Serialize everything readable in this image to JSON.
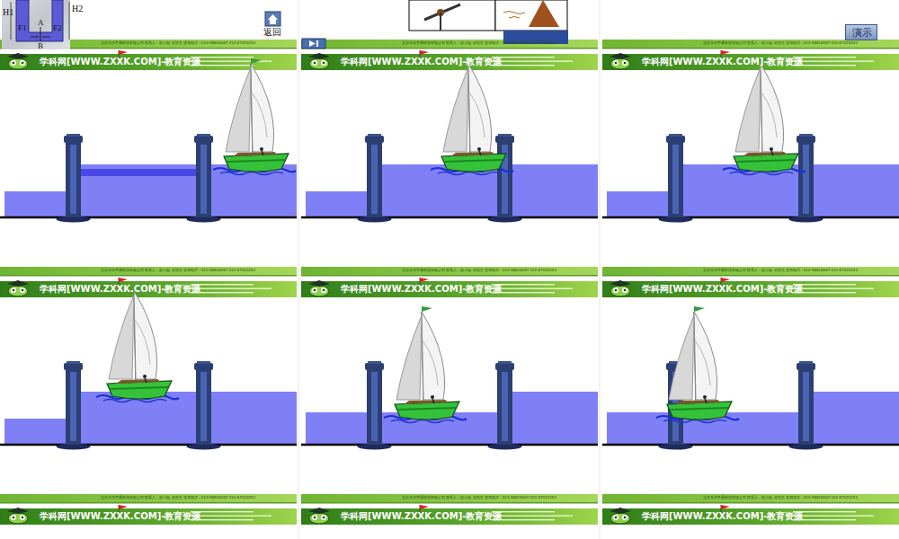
{
  "diagram": {
    "nodes": [
      {
        "text": [
          "演示"
        ]
      }
    ],
    "labels": [
      "H1",
      "F1",
      "A",
      "B",
      "F2",
      "H2",
      "返回",
      "学科网[WWW.ZXXK.COM]-教育资源",
      "学科网[WWW.ZXXK.COM]-教育资源",
      "学科网[WWW.ZXXK.COM]-教育资源",
      "学科网[WWW.ZXXK.COM]-教育资源",
      "学科网[WWW.ZXXK.COM]-教育资源",
      "学科网[WWW.ZXXK.COM]-教育资源",
      "学科网[WWW.ZXXK.COM]-教育资源",
      "学科网[WWW.ZXXK.COM]-教育资源",
      "学科网[WWW.ZXXK.COM]-教育资源",
      "北京今日学易科技有限公司 联系人：赵小姐 邵先生 咨询电话：010-58818067 010-87020253",
      "北京今日学易科技有限公司 联系人：赵小姐 邵先生 咨询电话：010-58818067 010-87020253",
      "北京今日学易科技有限公司 联系人：赵小姐 邵先生 咨询电话：010-58818067 010-87020253",
      "北京今日学易科技有限公司 联系人：赵小姐 邵先生 咨询电话：010-58818067 010-87020253",
      "北京今日学易科技有限公司 联系人：赵小姐 邵先生 咨询电话：010-58818067 010-87020253",
      "北京今日学易科技有限公司 联系人：赵小姐 邵先生 咨询电话：010-58818067 010-87020253",
      "北京今日学易科技有限公司 联系人：赵小姐 邵先生 咨询电话：010-58818067 010-87020253",
      "北京今日学易科技有限公司 联系人：赵小姐 邵先生 咨询电话：010-58818067 010-87020253",
      "北京今日学易科技有限公司 联系人：赵小姐 邵先生 咨询电话：010-58818067 010-87020253"
    ]
  }
}
